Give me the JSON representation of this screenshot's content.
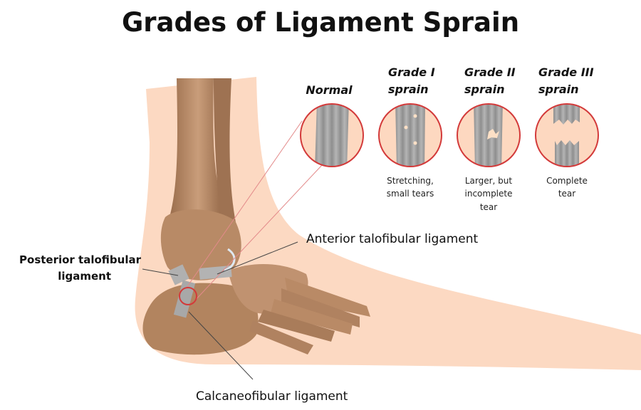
{
  "title": "Grades of Ligament Sprain",
  "grades": [
    {
      "label_line1": "Normal",
      "label_line2": "",
      "caption": []
    },
    {
      "label_line1": "Grade I",
      "label_line2": "sprain",
      "caption": [
        "Stretching,",
        "small tears"
      ]
    },
    {
      "label_line1": "Grade II",
      "label_line2": "sprain",
      "caption": [
        "Larger, but",
        "incomplete",
        "tear"
      ]
    },
    {
      "label_line1": "Grade III",
      "label_line2": "sprain",
      "caption": [
        "Complete",
        "tear"
      ]
    }
  ],
  "ligaments": {
    "anterior": "Anterior talofibular ligament",
    "posterior_line1": "Posterior talofibular",
    "posterior_line2": "ligament",
    "calcaneofibular": "Calcaneofibular ligament"
  },
  "colors": {
    "skin": "#fcd9c2",
    "bone": "#b98a66",
    "ligament": "#a9a9a9",
    "ring": "#d33a3a"
  }
}
